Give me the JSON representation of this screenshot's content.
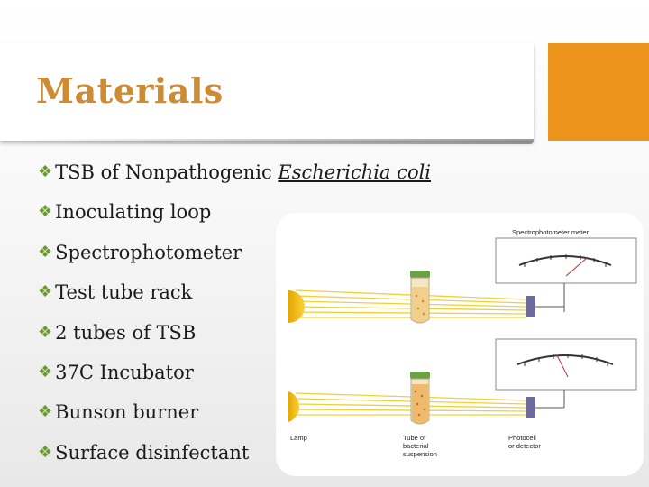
{
  "slide": {
    "title": "Materials",
    "accent_color": "#ed941c",
    "title_color": "#ce8b35",
    "bullet_color": "#6b9a2c",
    "bullet_icon": "diamond-cluster-bullet",
    "bullets": [
      {
        "text": "TSB of Nonpathogenic ",
        "italic": "Escherichia coli"
      },
      {
        "text": "Inoculating loop"
      },
      {
        "text": "Spectrophotometer"
      },
      {
        "text": "Test tube rack"
      },
      {
        "text": "2 tubes of TSB"
      },
      {
        "text": "37C Incubator"
      },
      {
        "text": "Bunson burner"
      },
      {
        "text": "Surface disinfectant"
      }
    ]
  },
  "figure": {
    "meter_label": "Spectrophotometer meter",
    "lamp_label": "Lamp",
    "tube_label_1": "Tube of",
    "tube_label_2": "bacterial",
    "tube_label_3": "suspension",
    "photocell_label_1": "Photocell",
    "photocell_label_2": "or detector"
  }
}
